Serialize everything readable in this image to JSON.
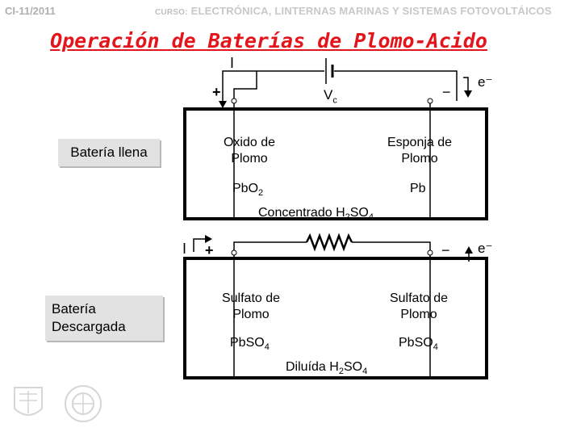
{
  "header": {
    "code": "CI-11/2011",
    "course_label": "CURSO:",
    "course_name": "ELECTRÓNICA, LINTERNAS MARINAS Y SISTEMAS FOTOVOLTÁICOS"
  },
  "title": "Operación de Baterías de Plomo-Acido",
  "charged": {
    "state_label": "Batería llena",
    "current_label": "I",
    "plus": "+",
    "minus": "−",
    "voltage_label": "V",
    "voltage_sub": "c",
    "electron_label": "e⁻",
    "left_plate": "Oxido de Plomo",
    "left_formula": "PbO",
    "left_formula_sub": "2",
    "right_plate": "Esponja de Plomo",
    "right_formula": "Pb",
    "electrolyte_prefix": "Concentrado H",
    "electrolyte_sub1": "2",
    "electrolyte_mid": "SO",
    "electrolyte_sub2": "4"
  },
  "discharged": {
    "state_label": "Batería Descargada",
    "current_label": "I",
    "plus": "+",
    "minus": "−",
    "electron_label": "e⁻",
    "left_plate": "Sulfato de Plomo",
    "left_formula": "PbSO",
    "left_formula_sub": "4",
    "right_plate": "Sulfato de Plomo",
    "right_formula": "PbSO",
    "right_formula_sub": "4",
    "electrolyte_prefix": "Diluída H",
    "electrolyte_sub1": "2",
    "electrolyte_mid": "SO",
    "electrolyte_sub2": "4"
  },
  "colors": {
    "title": "#e4141b",
    "header": "#c0c0c0",
    "box_fill": "#e2e2e2",
    "line": "#000000"
  }
}
